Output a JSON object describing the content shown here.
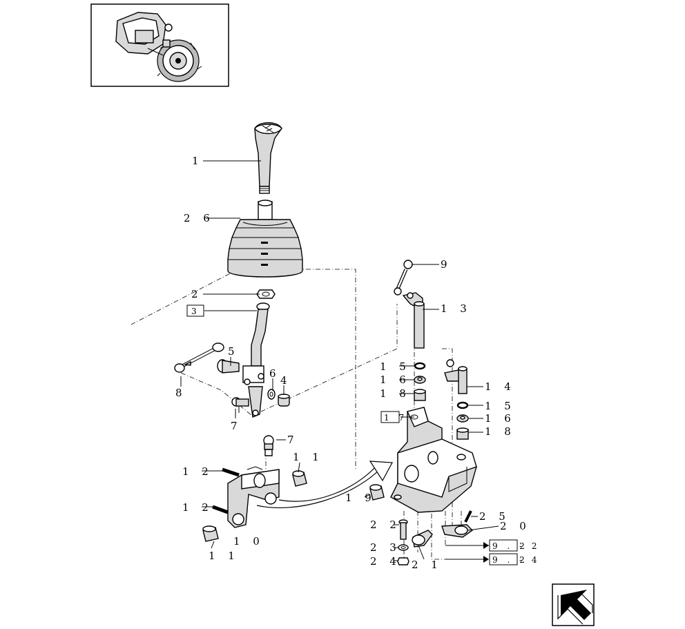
{
  "callouts": {
    "c1": "1",
    "c2": "2",
    "c3": "3",
    "c4": "4",
    "c5": "5",
    "c6": "6",
    "c7a": "7",
    "c7b": "7",
    "c8": "8",
    "c9": "9",
    "c10": "1 0",
    "c11a": "1 1",
    "c11b": "1 1",
    "c12a": "1 2",
    "c12b": "1 2",
    "c13": "1 3",
    "c14": "1 4",
    "c15a": "1 5",
    "c15b": "1 5",
    "c16a": "1 6",
    "c16b": "1 6",
    "c17": "1 7",
    "c18a": "1 8",
    "c18b": "1 8",
    "c19": "1 9",
    "c20": "2 0",
    "c21": "2 1",
    "c22": "2 2",
    "c23": "2 3",
    "c24": "2 4",
    "c25": "2 5",
    "c26": "2 6"
  },
  "refs": {
    "ref1_box": "9 . 2",
    "ref1_suffix": "- 2",
    "ref2_box": "9 . 2",
    "ref2_suffix": "- 4"
  },
  "icons": {
    "thumbnail": "transmission-assembly-thumbnail",
    "nav": "previous-page-arrow-icon"
  }
}
